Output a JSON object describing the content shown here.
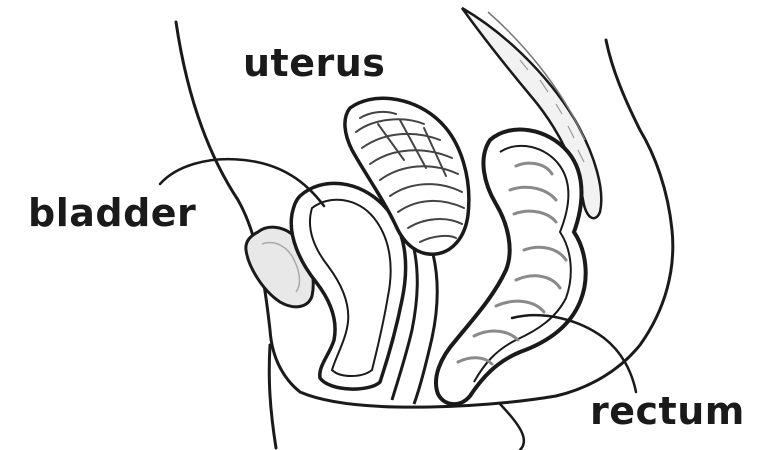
{
  "labels": {
    "uterus": "uterus",
    "bladder": "bladder",
    "rectum": "rectum"
  },
  "colors": {
    "ink": "#1a1a1a",
    "hatch": "#444444",
    "rectum_shade": "#8a8a8a",
    "background": "#ffffff"
  }
}
